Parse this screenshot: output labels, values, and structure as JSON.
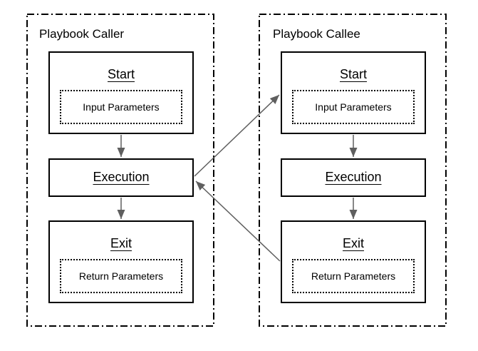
{
  "diagram": {
    "background": "#ffffff",
    "colors": {
      "box_border": "#000000",
      "container_border": "#000000",
      "arrow": "#5f5f5f",
      "text": "#000000"
    },
    "containers": [
      {
        "title": "Playbook Caller",
        "nodes": [
          {
            "label": "Start",
            "param_label": "Input Parameters"
          },
          {
            "label": "Execution"
          },
          {
            "label": "Exit",
            "param_label": "Return Parameters"
          }
        ]
      },
      {
        "title": "Playbook Callee",
        "nodes": [
          {
            "label": "Start",
            "param_label": "Input Parameters"
          },
          {
            "label": "Execution"
          },
          {
            "label": "Exit",
            "param_label": "Return Parameters"
          }
        ]
      }
    ],
    "edges": [
      {
        "from": "caller-start",
        "to": "caller-execution"
      },
      {
        "from": "caller-execution",
        "to": "caller-exit"
      },
      {
        "from": "callee-start",
        "to": "callee-execution"
      },
      {
        "from": "callee-execution",
        "to": "callee-exit"
      },
      {
        "from": "caller-execution",
        "to": "callee-start"
      },
      {
        "from": "callee-exit",
        "to": "caller-execution"
      }
    ]
  }
}
